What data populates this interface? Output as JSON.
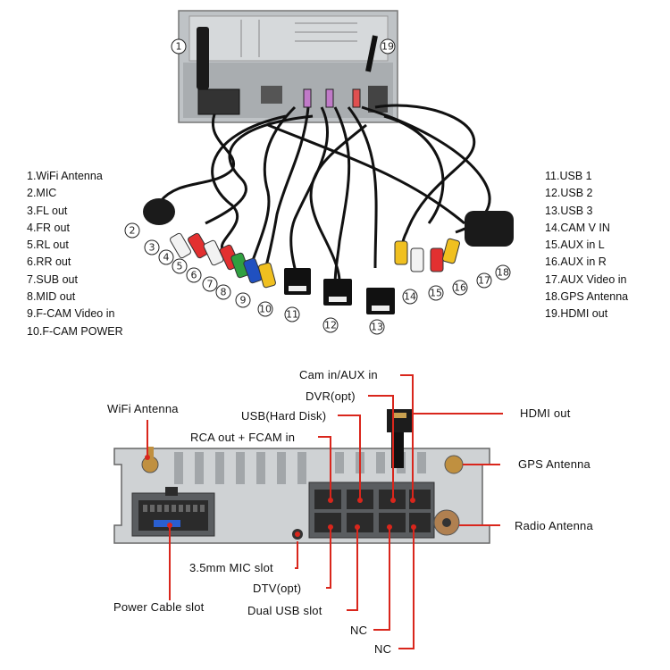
{
  "top_photo": {
    "legend_left": [
      "1.WiFi Antenna",
      "2.MIC",
      "3.FL out",
      "4.FR out",
      "5.RL out",
      "6.RR out",
      "7.SUB out",
      "8.MID out",
      "9.F-CAM Video in",
      "10.F-CAM POWER"
    ],
    "legend_right": [
      "11.USB 1",
      "12.USB 2",
      "13.USB 3",
      "14.CAM V IN",
      "15.AUX in L",
      "16.AUX in R",
      "17.AUX Video in",
      "18.GPS Antenna",
      "19.HDMI out"
    ],
    "markers": [
      "1",
      "2",
      "3",
      "4",
      "5",
      "6",
      "7",
      "8",
      "9",
      "10",
      "11",
      "12",
      "13",
      "14",
      "15",
      "16",
      "17",
      "18",
      "19"
    ]
  },
  "rear_panel": {
    "labels": {
      "cam_in_aux_in": "Cam in/AUX in",
      "dvr_opt": "DVR(opt)",
      "usb_hard_disk": "USB(Hard Disk)",
      "rca_out_fcam_in": "RCA out + FCAM in",
      "wifi_antenna": "WiFi Antenna",
      "hdmi_out": "HDMI out",
      "gps_antenna": "GPS Antenna",
      "radio_antenna": "Radio Antenna",
      "mic_slot": "3.5mm MIC slot",
      "dtv_opt": "DTV(opt)",
      "power_cable_slot": "Power Cable slot",
      "dual_usb_slot": "Dual USB slot",
      "nc_1": "NC",
      "nc_2": "NC"
    },
    "line_color": "#d9261c"
  }
}
